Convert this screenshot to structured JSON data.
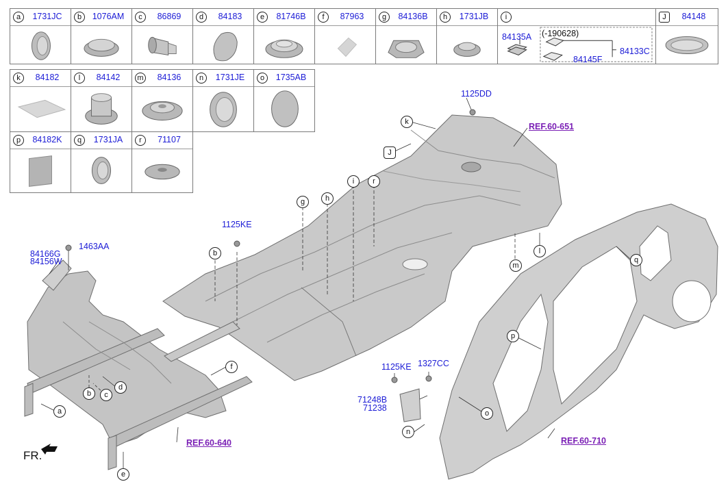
{
  "legend": {
    "a": {
      "letter": "a",
      "part": "1731JC"
    },
    "b": {
      "letter": "b",
      "part": "1076AM"
    },
    "c": {
      "letter": "c",
      "part": "86869"
    },
    "d": {
      "letter": "d",
      "part": "84183"
    },
    "e": {
      "letter": "e",
      "part": "81746B"
    },
    "f": {
      "letter": "f",
      "part": "87963"
    },
    "g": {
      "letter": "g",
      "part": "84136B"
    },
    "h": {
      "letter": "h",
      "part": "1731JB"
    },
    "i": {
      "letter": "i",
      "part": "",
      "sub": {
        "left_part": "84135A",
        "note": "(-190628)",
        "inner_part": "84145F",
        "right_part": "84133C"
      }
    },
    "J": {
      "letter": "J",
      "part": "84148"
    },
    "k": {
      "letter": "k",
      "part": "84182"
    },
    "l": {
      "letter": "l",
      "part": "84142"
    },
    "m": {
      "letter": "m",
      "part": "84136"
    },
    "n": {
      "letter": "n",
      "part": "1731JE"
    },
    "o": {
      "letter": "o",
      "part": "1735AB"
    },
    "p": {
      "letter": "p",
      "part": "84182K"
    },
    "q": {
      "letter": "q",
      "part": "1731JA"
    },
    "r": {
      "letter": "r",
      "part": "71107"
    }
  },
  "diagram": {
    "labels": {
      "p1125DD": "1125DD",
      "p1125KE_top": "1125KE",
      "p1463AA": "1463AA",
      "p84166G": "84166G",
      "p84156W": "84156W",
      "p1125KE_bottom": "1125KE",
      "p1327CC": "1327CC",
      "p71248B": "71248B",
      "p71238": "71238"
    },
    "refs": {
      "ref651": "REF.60-651",
      "ref640": "REF.60-640",
      "ref710": "REF.60-710"
    },
    "front_label": "FR.",
    "callouts": {
      "k": "k",
      "J": "J",
      "i": "i",
      "r": "r",
      "g": "g",
      "h": "h",
      "b1": "b",
      "m": "m",
      "l": "l",
      "q": "q",
      "p": "p",
      "f": "f",
      "d": "d",
      "c": "c",
      "b2": "b",
      "a": "a",
      "e": "e",
      "o": "o",
      "n": "n"
    }
  },
  "colors": {
    "part_number": "#1b1bd6",
    "reference": "#7a1fb5",
    "body_fill": "#c9c9c9",
    "body_edge": "#6d6d6d"
  }
}
